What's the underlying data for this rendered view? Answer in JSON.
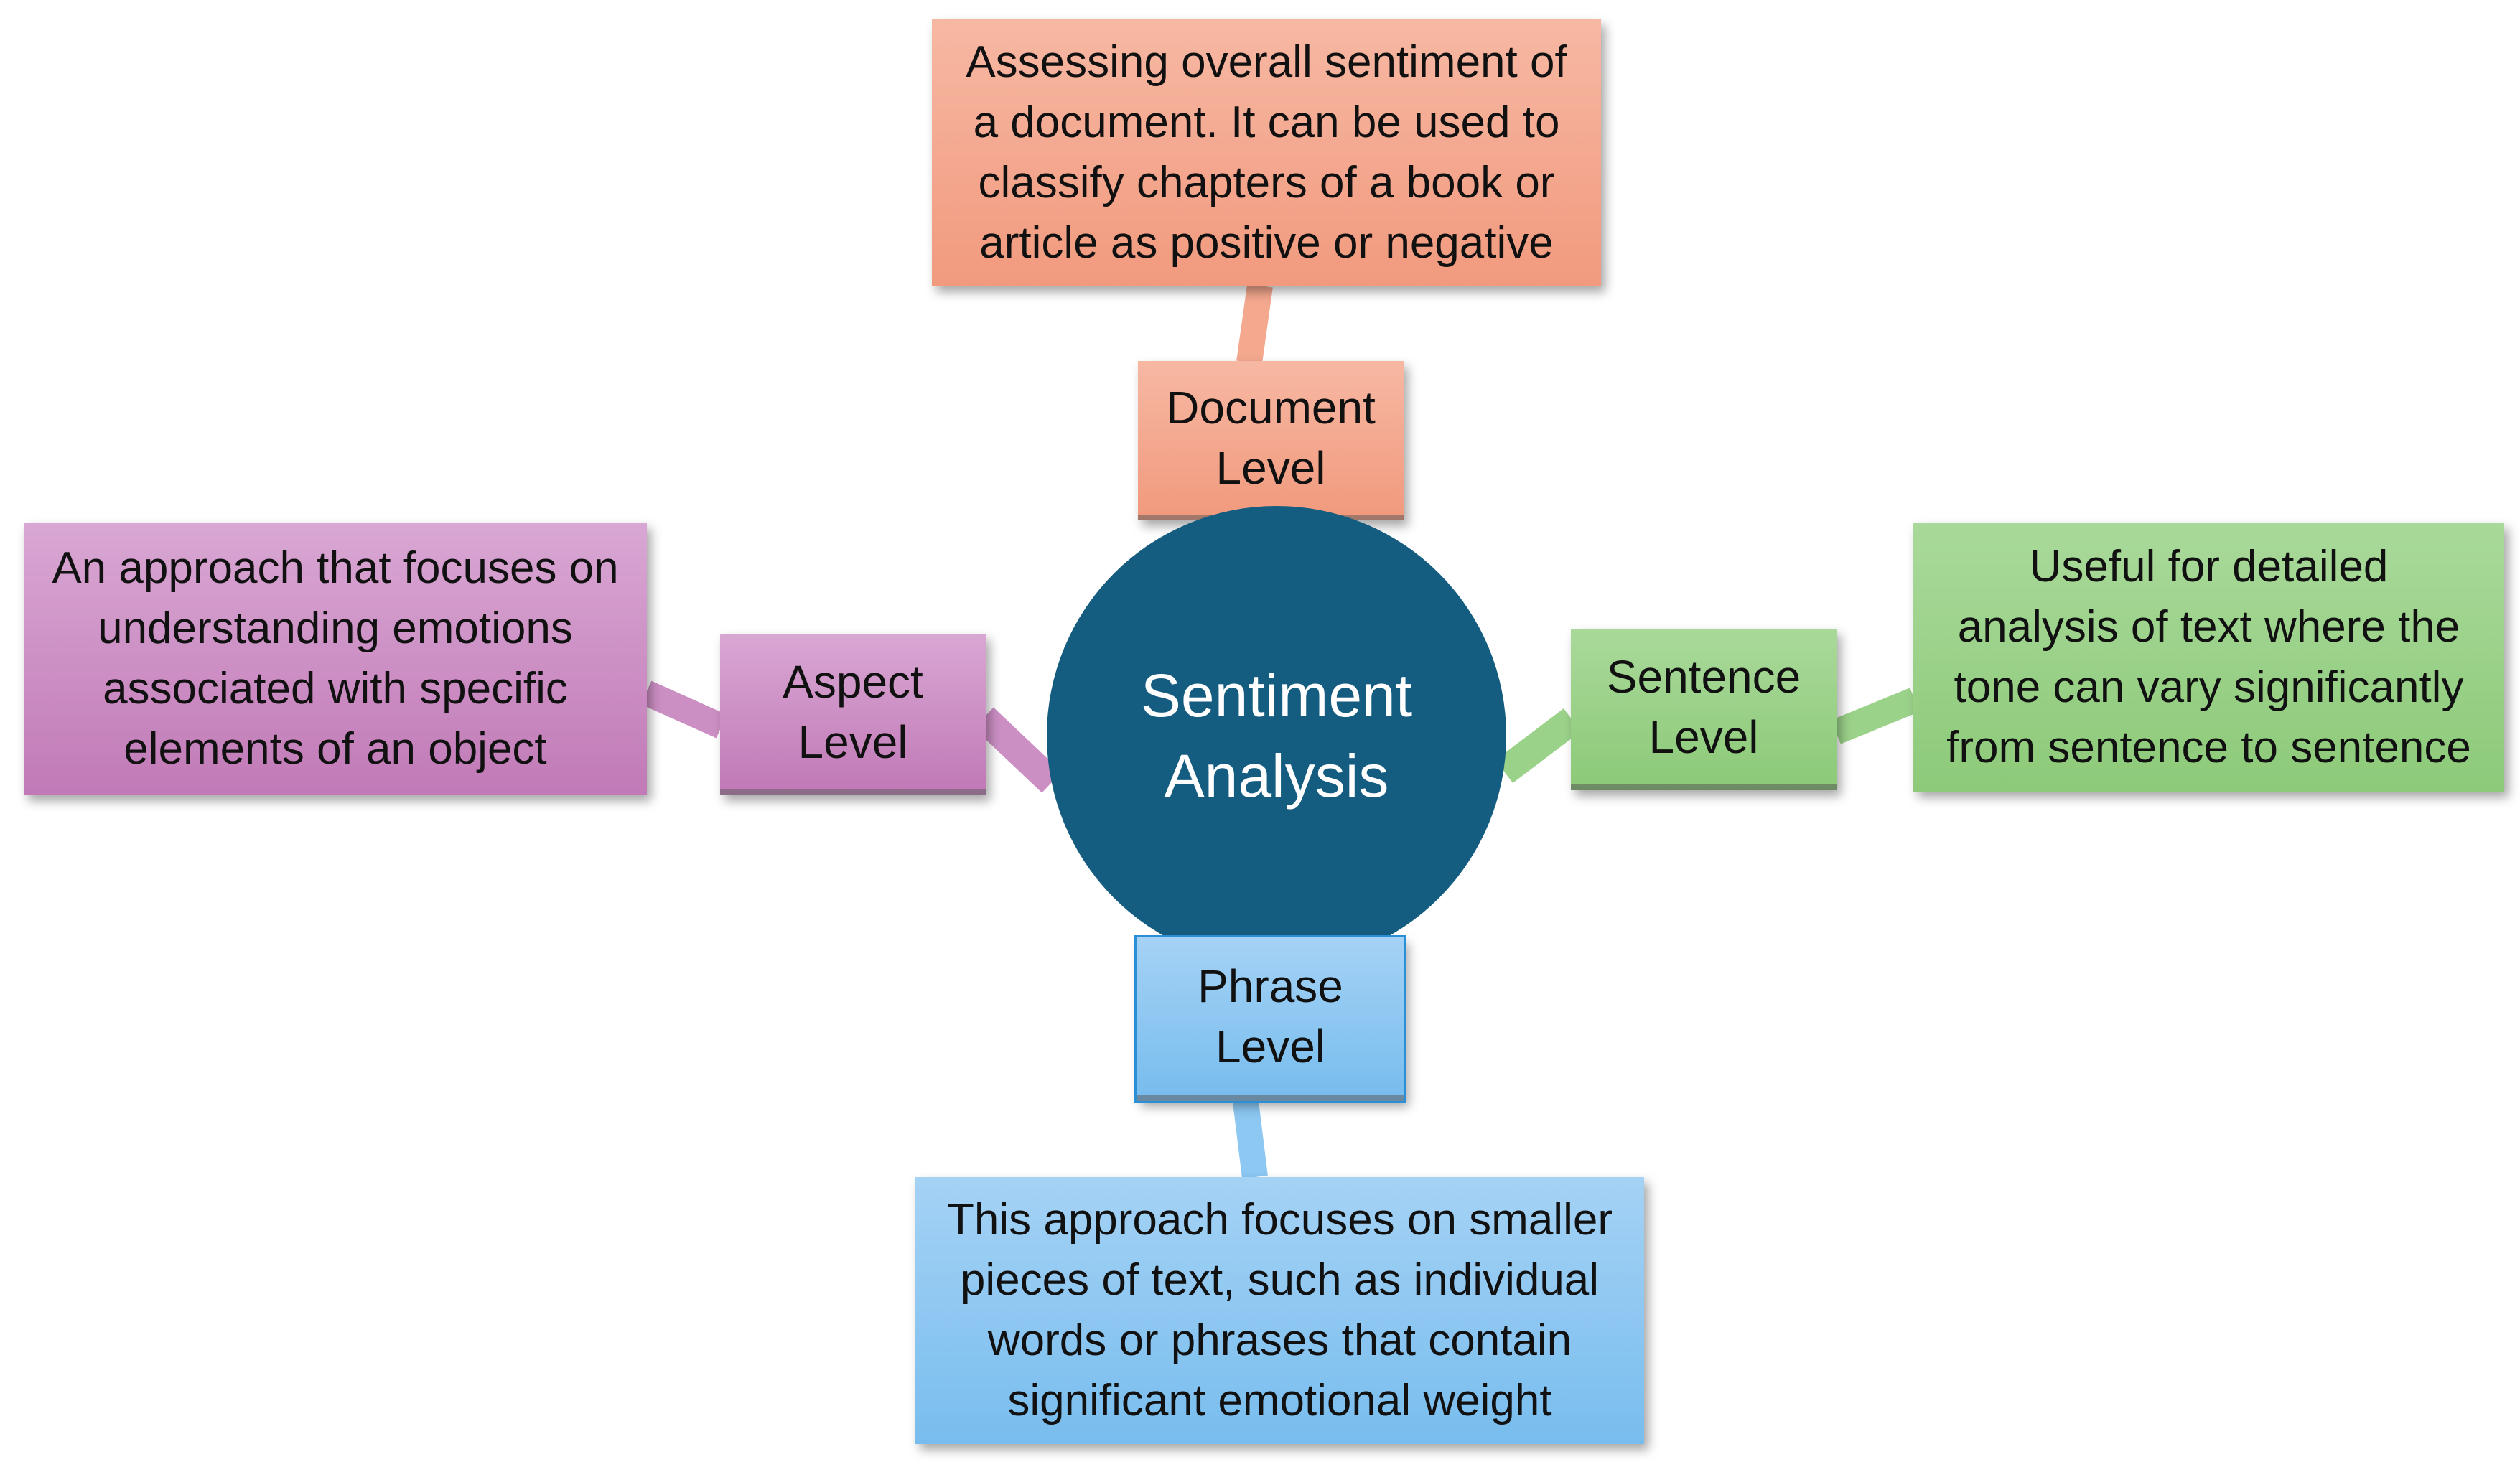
{
  "center": {
    "lines": [
      "Sentiment",
      "Analysis"
    ],
    "color": "#155d80"
  },
  "nodes": {
    "document": {
      "label": [
        "Document",
        "Level"
      ],
      "description": [
        "Assessing overall sentiment of",
        "a document. It can be used to",
        "classify chapters of a book or",
        "article as positive or negative"
      ],
      "color": "#f4a88e"
    },
    "aspect": {
      "label": [
        "Aspect",
        "Level"
      ],
      "description": [
        "An approach that focuses on",
        "understanding emotions",
        "associated with specific",
        "elements of an object"
      ],
      "color": "#cc8fc4"
    },
    "sentence": {
      "label": [
        "Sentence",
        "Level"
      ],
      "description": [
        "Useful for detailed",
        "analysis of text where the",
        "tone can vary significantly",
        "from sentence to sentence"
      ],
      "color": "#9bd28a"
    },
    "phrase": {
      "label": [
        "Phrase",
        "Level"
      ],
      "description": [
        "This approach focuses on smaller",
        "pieces of text, such as individual",
        "words or phrases that contain",
        "significant emotional weight"
      ],
      "color": "#8cc8f2"
    }
  }
}
